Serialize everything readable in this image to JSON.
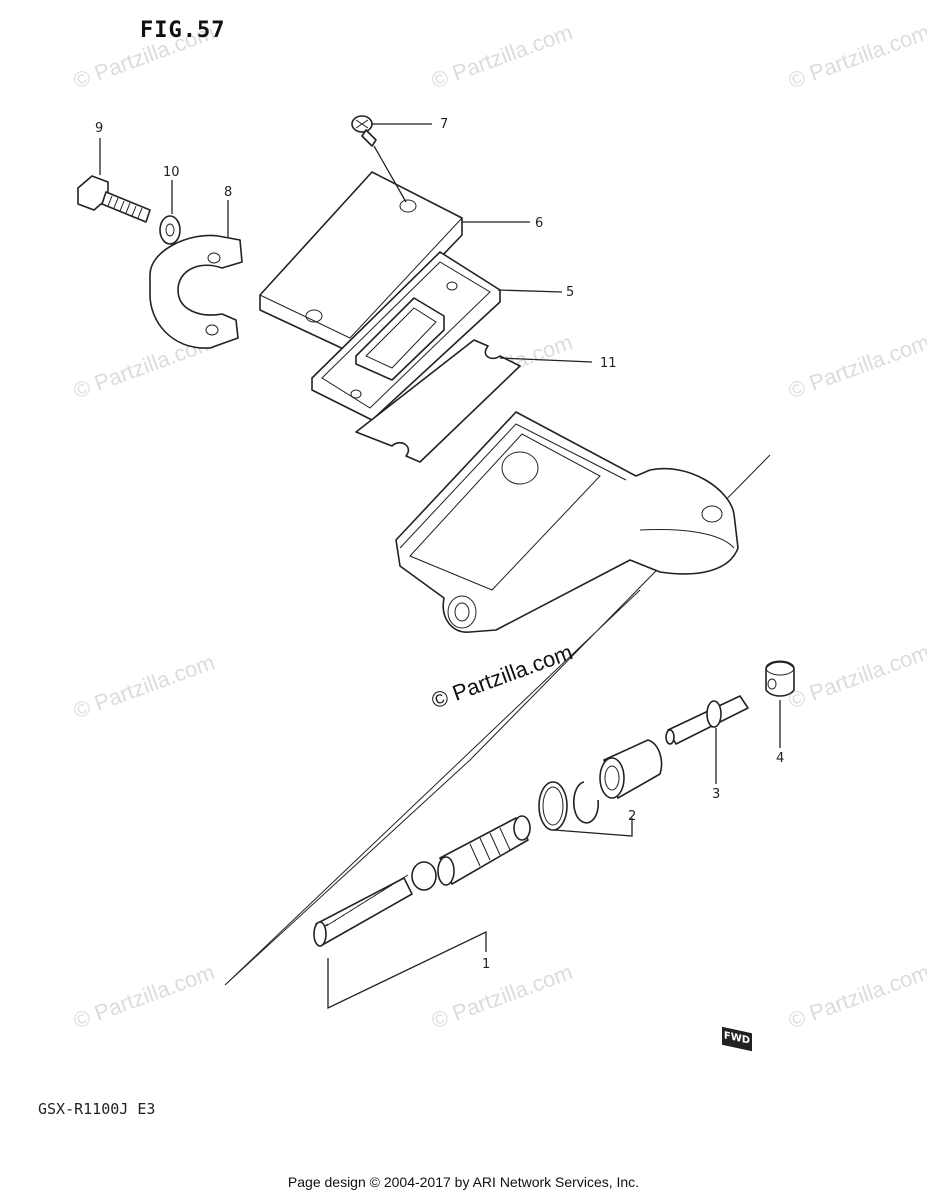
{
  "figure": {
    "title": "FIG.57",
    "model_code": "GSX-R1100J E3",
    "footer": "Page design © 2004-2017 by ARI Network Services, Inc.",
    "center_watermark": "© Partzilla.com",
    "watermark": "© Partzilla.com",
    "fwd_badge": "FWD"
  },
  "callouts": {
    "c1": "1",
    "c2": "2",
    "c3": "3",
    "c4": "4",
    "c5": "5",
    "c6": "6",
    "c7": "7",
    "c8": "8",
    "c9": "9",
    "c10": "10",
    "c11": "11"
  }
}
